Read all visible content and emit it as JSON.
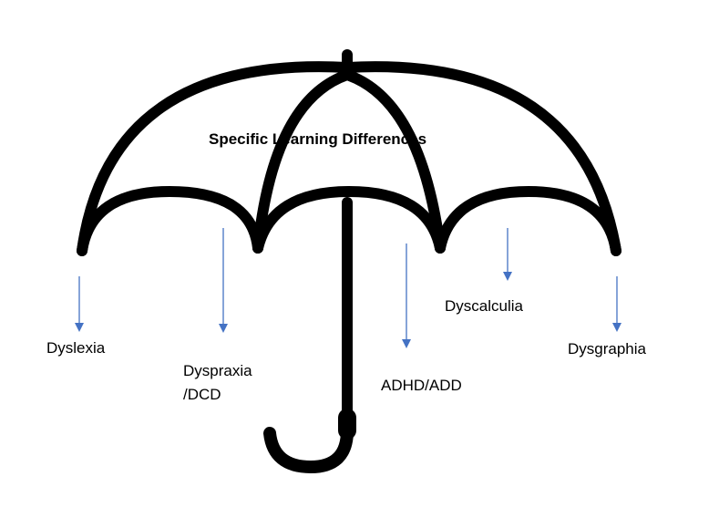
{
  "title": "Specific Learning Differences",
  "items": [
    {
      "label": "Dyslexia"
    },
    {
      "label": "Dyspraxia",
      "label_line2": "/DCD"
    },
    {
      "label": "ADHD/ADD"
    },
    {
      "label": "Dyscalculia"
    },
    {
      "label": "Dysgraphia"
    }
  ],
  "colors": {
    "umbrella": "#000000",
    "arrows": "#4472c4",
    "text": "#000000",
    "background": "#ffffff"
  }
}
